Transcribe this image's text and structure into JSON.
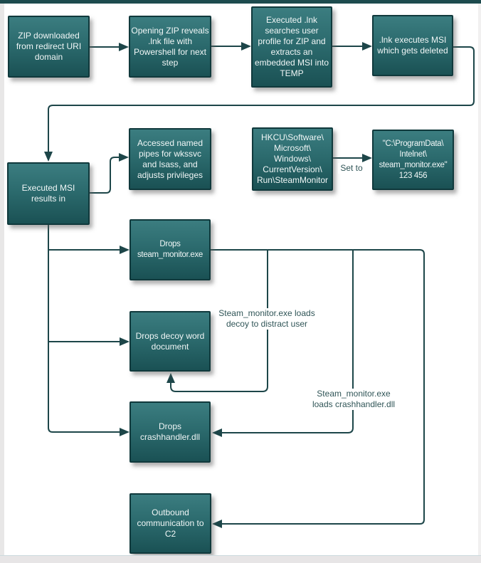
{
  "colors": {
    "box_gradient_top": "#3b7d80",
    "box_gradient_bottom": "#1a5154",
    "box_border": "#10393c",
    "connector": "#1d4649",
    "box_text": "#f0f6f6",
    "annotation_text": "#305557",
    "page_top_bar": "#1d4b4e",
    "page_edge": "#e8e7e7"
  },
  "nodes": [
    {
      "id": "zip-downloaded",
      "lines": [
        "ZIP downloaded",
        "from redirect URI",
        "domain"
      ]
    },
    {
      "id": "opening-zip",
      "lines": [
        "Opening ZIP reveals",
        ".lnk file with",
        "Powershell for next",
        "step"
      ]
    },
    {
      "id": "executed-lnk-search",
      "lines": [
        "Executed .lnk",
        "searches user",
        "profile for ZIP and",
        "extracts an",
        "embedded MSI into",
        "TEMP"
      ]
    },
    {
      "id": "lnk-executes-msi",
      "lines": [
        ".lnk executes MSI",
        "which gets deleted"
      ]
    },
    {
      "id": "executed-msi-results",
      "lines": [
        "Executed MSI",
        "results in"
      ]
    },
    {
      "id": "accessed-named-pipes",
      "lines": [
        "Accessed named",
        "pipes for wkssvc",
        "and lsass, and",
        "adjusts privileges"
      ]
    },
    {
      "id": "registry-run-key",
      "lines": [
        "HKCU\\Software\\",
        "Microsoft\\",
        "Windows\\",
        "CurrentVersion\\",
        "Run\\SteamMonitor"
      ]
    },
    {
      "id": "registry-value",
      "lines": [
        "\"C:\\ProgramData\\",
        "Intelnet\\",
        "steam_monitor.exe\"",
        "123 456"
      ]
    },
    {
      "id": "drops-steam-monitor",
      "lines": [
        "Drops",
        "steam_monitor.exe"
      ]
    },
    {
      "id": "drops-decoy-word",
      "lines": [
        "Drops decoy word",
        "document"
      ]
    },
    {
      "id": "drops-crashhandler",
      "lines": [
        "Drops",
        "crashhandler.dll"
      ]
    },
    {
      "id": "outbound-c2",
      "lines": [
        "Outbound",
        "communication to",
        "C2"
      ]
    }
  ],
  "annotations": {
    "set_to": "Set to",
    "decoy_load": [
      "Steam_monitor.exe loads",
      "decoy to distract user"
    ],
    "crashhandler_load": [
      "Steam_monitor.exe",
      "loads crashhandler.dll"
    ]
  }
}
